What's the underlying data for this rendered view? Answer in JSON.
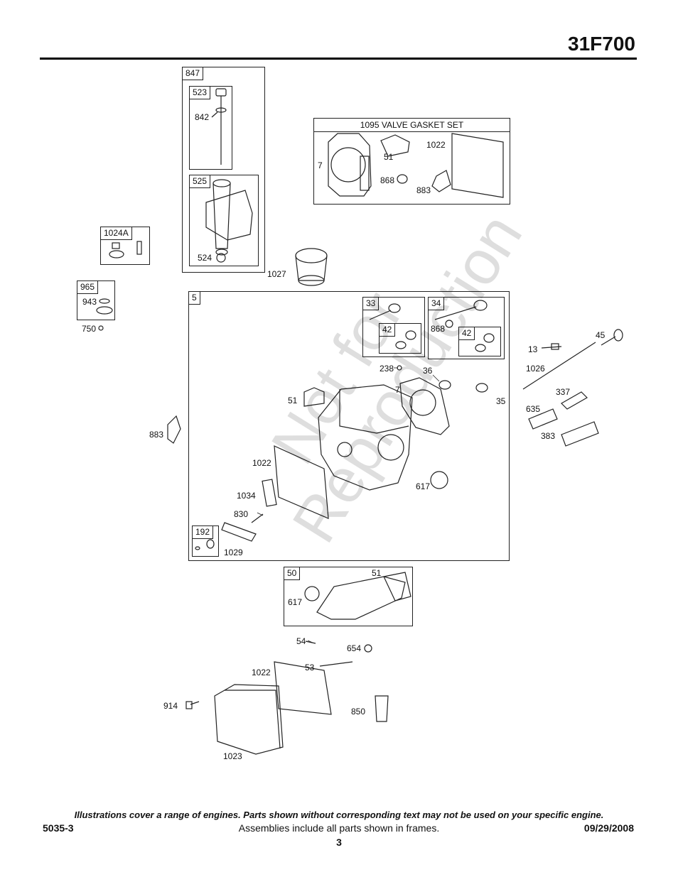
{
  "header": {
    "model": "31F700"
  },
  "watermark": {
    "line1": "Not for",
    "line2": "Reproduction"
  },
  "frames": {
    "f847": "847",
    "f523": "523",
    "f525": "525",
    "f1024A": "1024A",
    "f965": "965",
    "f5": "5",
    "f33": "33",
    "f42a": "42",
    "f34": "34",
    "f42b": "42",
    "f192": "192",
    "f50": "50",
    "valve_gasket_set": "1095 VALVE GASKET SET"
  },
  "labels": {
    "p842": "842",
    "p524": "524",
    "p943": "943",
    "p750": "750",
    "p1027": "1027",
    "p7a": "7",
    "p51a": "51",
    "p1022a": "1022",
    "p868a": "868",
    "p883a": "883",
    "p868b": "868",
    "p238": "238",
    "p36": "36",
    "p7b": "7",
    "p35": "35",
    "p51b": "51",
    "p1022b": "1022",
    "p1034": "1034",
    "p830": "830",
    "p1029": "1029",
    "p617a": "617",
    "p883b": "883",
    "p13": "13",
    "p45": "45",
    "p1026": "1026",
    "p337": "337",
    "p635": "635",
    "p383": "383",
    "p51c": "51",
    "p617b": "617",
    "p54": "54",
    "p654": "654",
    "p53": "53",
    "p1022c": "1022",
    "p914": "914",
    "p850": "850",
    "p1023": "1023"
  },
  "footer": {
    "disclaimer": "Illustrations cover a range of engines. Parts shown without corresponding text may not be used on your specific engine.",
    "doc_number": "5035-3",
    "assemblies_note": "Assemblies include all parts shown in frames.",
    "date": "09/29/2008",
    "page_number": "3"
  }
}
